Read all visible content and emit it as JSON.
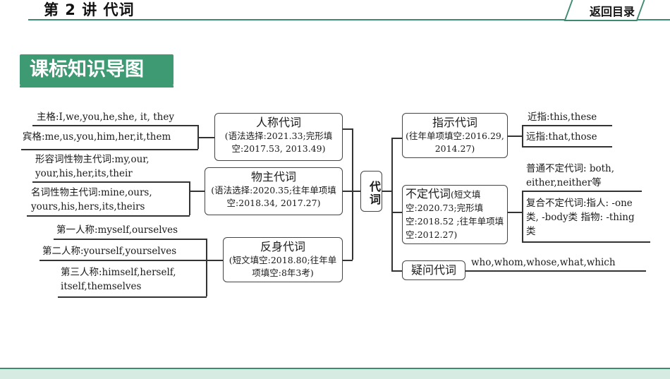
{
  "header": {
    "title": "第 2 讲  代词",
    "return_label": "返回目录"
  },
  "section": {
    "title": "课标知识导图"
  },
  "center": {
    "label": "代词"
  },
  "left": {
    "personal": {
      "title": "人称代词",
      "note": "(语法选择:2021.33;完形填空:2017.53, 2013.49)"
    },
    "possessive": {
      "title": "物主代词",
      "note": "(语法选择:2020.35;往年单项填空:2018.34, 2017.27)"
    },
    "reflexive": {
      "title": "反身代词",
      "note": "(短文填空:2018.80;往年单项填空:8年3考)"
    },
    "subject_case": "主格:I,we,you,he,she, it, they",
    "object_case": "宾格:me,us,you,him,her,it,them",
    "adj_possessive": "形容词性物主代词:my,our, your,his,her,its,their",
    "noun_possessive": "名词性物主代词:mine,ours, yours,his,hers,its,theirs",
    "first_person": "第一人称:myself,ourselves",
    "second_person": "第二人称:yourself,yourselves",
    "third_person": "第三人称:himself,herself, itself,themselves"
  },
  "right": {
    "demonstrative": {
      "title": "指示代词",
      "note": "(往年单项填空:2016.29, 2014.27)"
    },
    "indefinite": {
      "title": "不定代词",
      "note": "(短文填空:2020.73;完形填空:2018.52 ;往年单项填空:2012.27)"
    },
    "interrogative": {
      "title": "疑问代词"
    },
    "near": "近指:this,these",
    "far": "远指:that,those",
    "simple_indef": "普通不定代词: both, either,neither等",
    "compound_indef": "复合不定代词:指人: -one类, -body类 指物: -thing类",
    "interrog_words": "who,whom,whose,what,which"
  }
}
